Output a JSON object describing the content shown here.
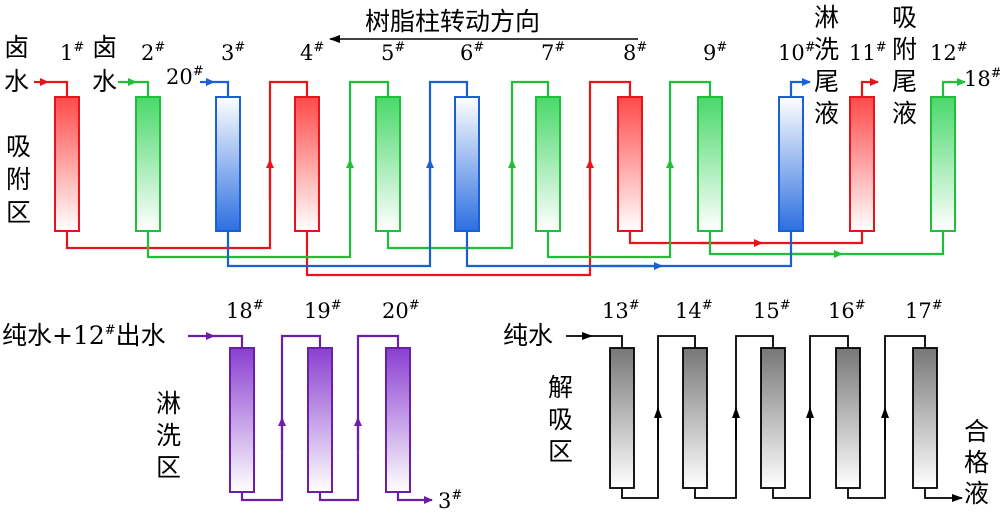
{
  "title": "树脂柱转动方向",
  "colors": {
    "red": "#e8141b",
    "green": "#1fbf3a",
    "blue": "#1a5fd6",
    "purple": "#6a1fa8",
    "black": "#000000"
  },
  "top": {
    "columns": [
      {
        "label": "1",
        "sup": "#",
        "color": "red"
      },
      {
        "label": "2",
        "sup": "#",
        "color": "green"
      },
      {
        "label": "3",
        "sup": "#",
        "color": "blue"
      },
      {
        "label": "4",
        "sup": "#",
        "color": "red"
      },
      {
        "label": "5",
        "sup": "#",
        "color": "green"
      },
      {
        "label": "6",
        "sup": "#",
        "color": "blue"
      },
      {
        "label": "7",
        "sup": "#",
        "color": "green"
      },
      {
        "label": "8",
        "sup": "#",
        "color": "red"
      },
      {
        "label": "9",
        "sup": "#",
        "color": "green"
      },
      {
        "label": "10",
        "sup": "#",
        "color": "blue"
      },
      {
        "label": "11",
        "sup": "#",
        "color": "red"
      },
      {
        "label": "12",
        "sup": "#",
        "color": "green"
      }
    ],
    "feed_left_1": "卤水",
    "feed_left_2": "卤水",
    "feed_20": "20",
    "feed_20_sup": "#",
    "out_18": "18",
    "out_18_sup": "#",
    "zone_label": "吸附区",
    "rinse_tail": "淋洗尾液",
    "adsorb_tail": "吸附尾液"
  },
  "rinse": {
    "feed": "纯水+12",
    "feed_sup": "#",
    "feed_suffix": "出水",
    "columns": [
      {
        "label": "18",
        "sup": "#"
      },
      {
        "label": "19",
        "sup": "#"
      },
      {
        "label": "20",
        "sup": "#"
      }
    ],
    "out": "3",
    "out_sup": "#",
    "zone_label": "淋洗区"
  },
  "desorb": {
    "feed": "纯水",
    "columns": [
      {
        "label": "13",
        "sup": "#"
      },
      {
        "label": "14",
        "sup": "#"
      },
      {
        "label": "15",
        "sup": "#"
      },
      {
        "label": "16",
        "sup": "#"
      },
      {
        "label": "17",
        "sup": "#"
      }
    ],
    "zone_label": "解吸区",
    "out": "合格液"
  }
}
